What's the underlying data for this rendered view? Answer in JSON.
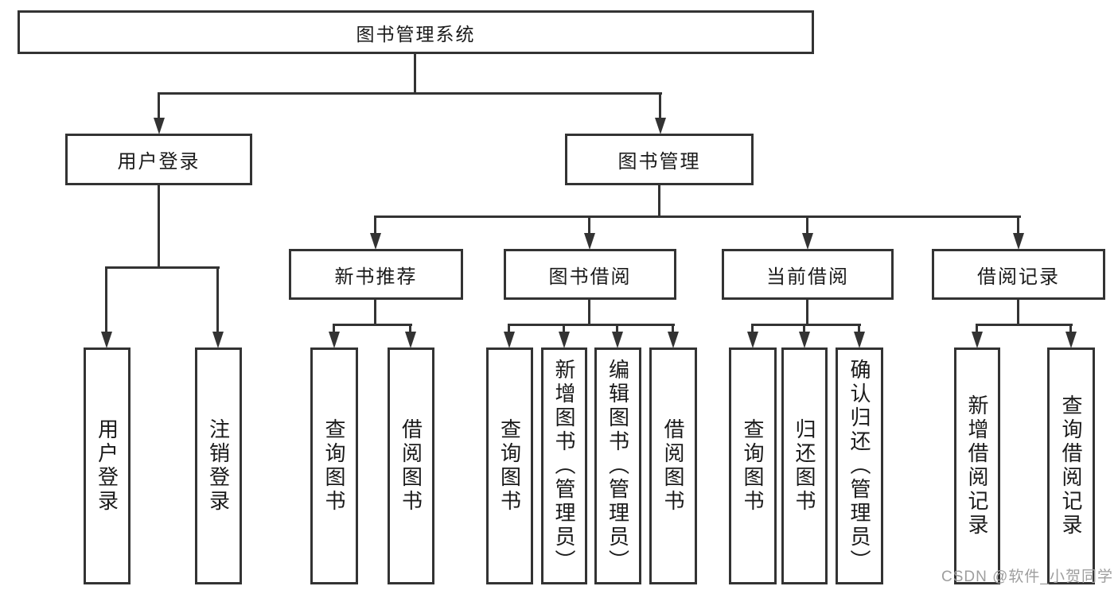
{
  "tree": {
    "root": "图书管理系统",
    "children": [
      {
        "label": "用户登录",
        "children": [
          {
            "label": "用户登录"
          },
          {
            "label": "注销登录"
          }
        ]
      },
      {
        "label": "图书管理",
        "children": [
          {
            "label": "新书推荐",
            "children": [
              {
                "label": "查询图书"
              },
              {
                "label": "借阅图书"
              }
            ]
          },
          {
            "label": "图书借阅",
            "children": [
              {
                "label": "查询图书"
              },
              {
                "label": "新增图书（管理员）"
              },
              {
                "label": "编辑图书（管理员）"
              },
              {
                "label": "借阅图书"
              }
            ]
          },
          {
            "label": "当前借阅",
            "children": [
              {
                "label": "查询图书"
              },
              {
                "label": "归还图书"
              },
              {
                "label": "确认归还（管理员）"
              }
            ]
          },
          {
            "label": "借阅记录",
            "children": [
              {
                "label": "新增借阅记录"
              },
              {
                "label": "查询借阅记录"
              }
            ]
          }
        ]
      }
    ]
  },
  "watermark": {
    "text": "CSDN @软件_小贺同学"
  },
  "colors": {
    "line": "#333333",
    "text": "#1a1a1a",
    "watermark": "#9e9e9e",
    "background": "#ffffff"
  }
}
